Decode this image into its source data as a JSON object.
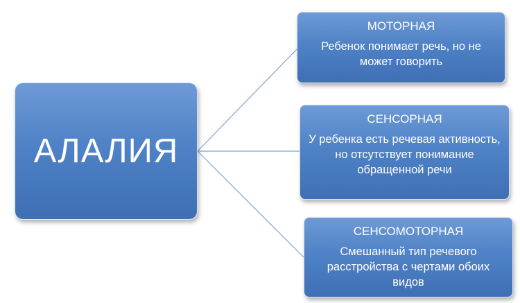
{
  "root": {
    "title": "АЛАЛИЯ"
  },
  "branches": [
    {
      "title": "МОТОРНАЯ",
      "description": "Ребенок понимает речь, но не может говорить"
    },
    {
      "title": "СЕНСОРНАЯ",
      "description": "У ребенка есть речевая активность, но отсутствует понимание обращенной речи"
    },
    {
      "title": "СЕНСОМОТОРНАЯ",
      "description": "Смешанный тип речевого расстройства с чертами обоих видов"
    }
  ],
  "colors": {
    "box_fill_top": "#6e9ad6",
    "box_fill_bottom": "#3f6fb5",
    "box_border": "#d9e6f7",
    "connector": "#7fa3cf",
    "text": "#ffffff"
  }
}
